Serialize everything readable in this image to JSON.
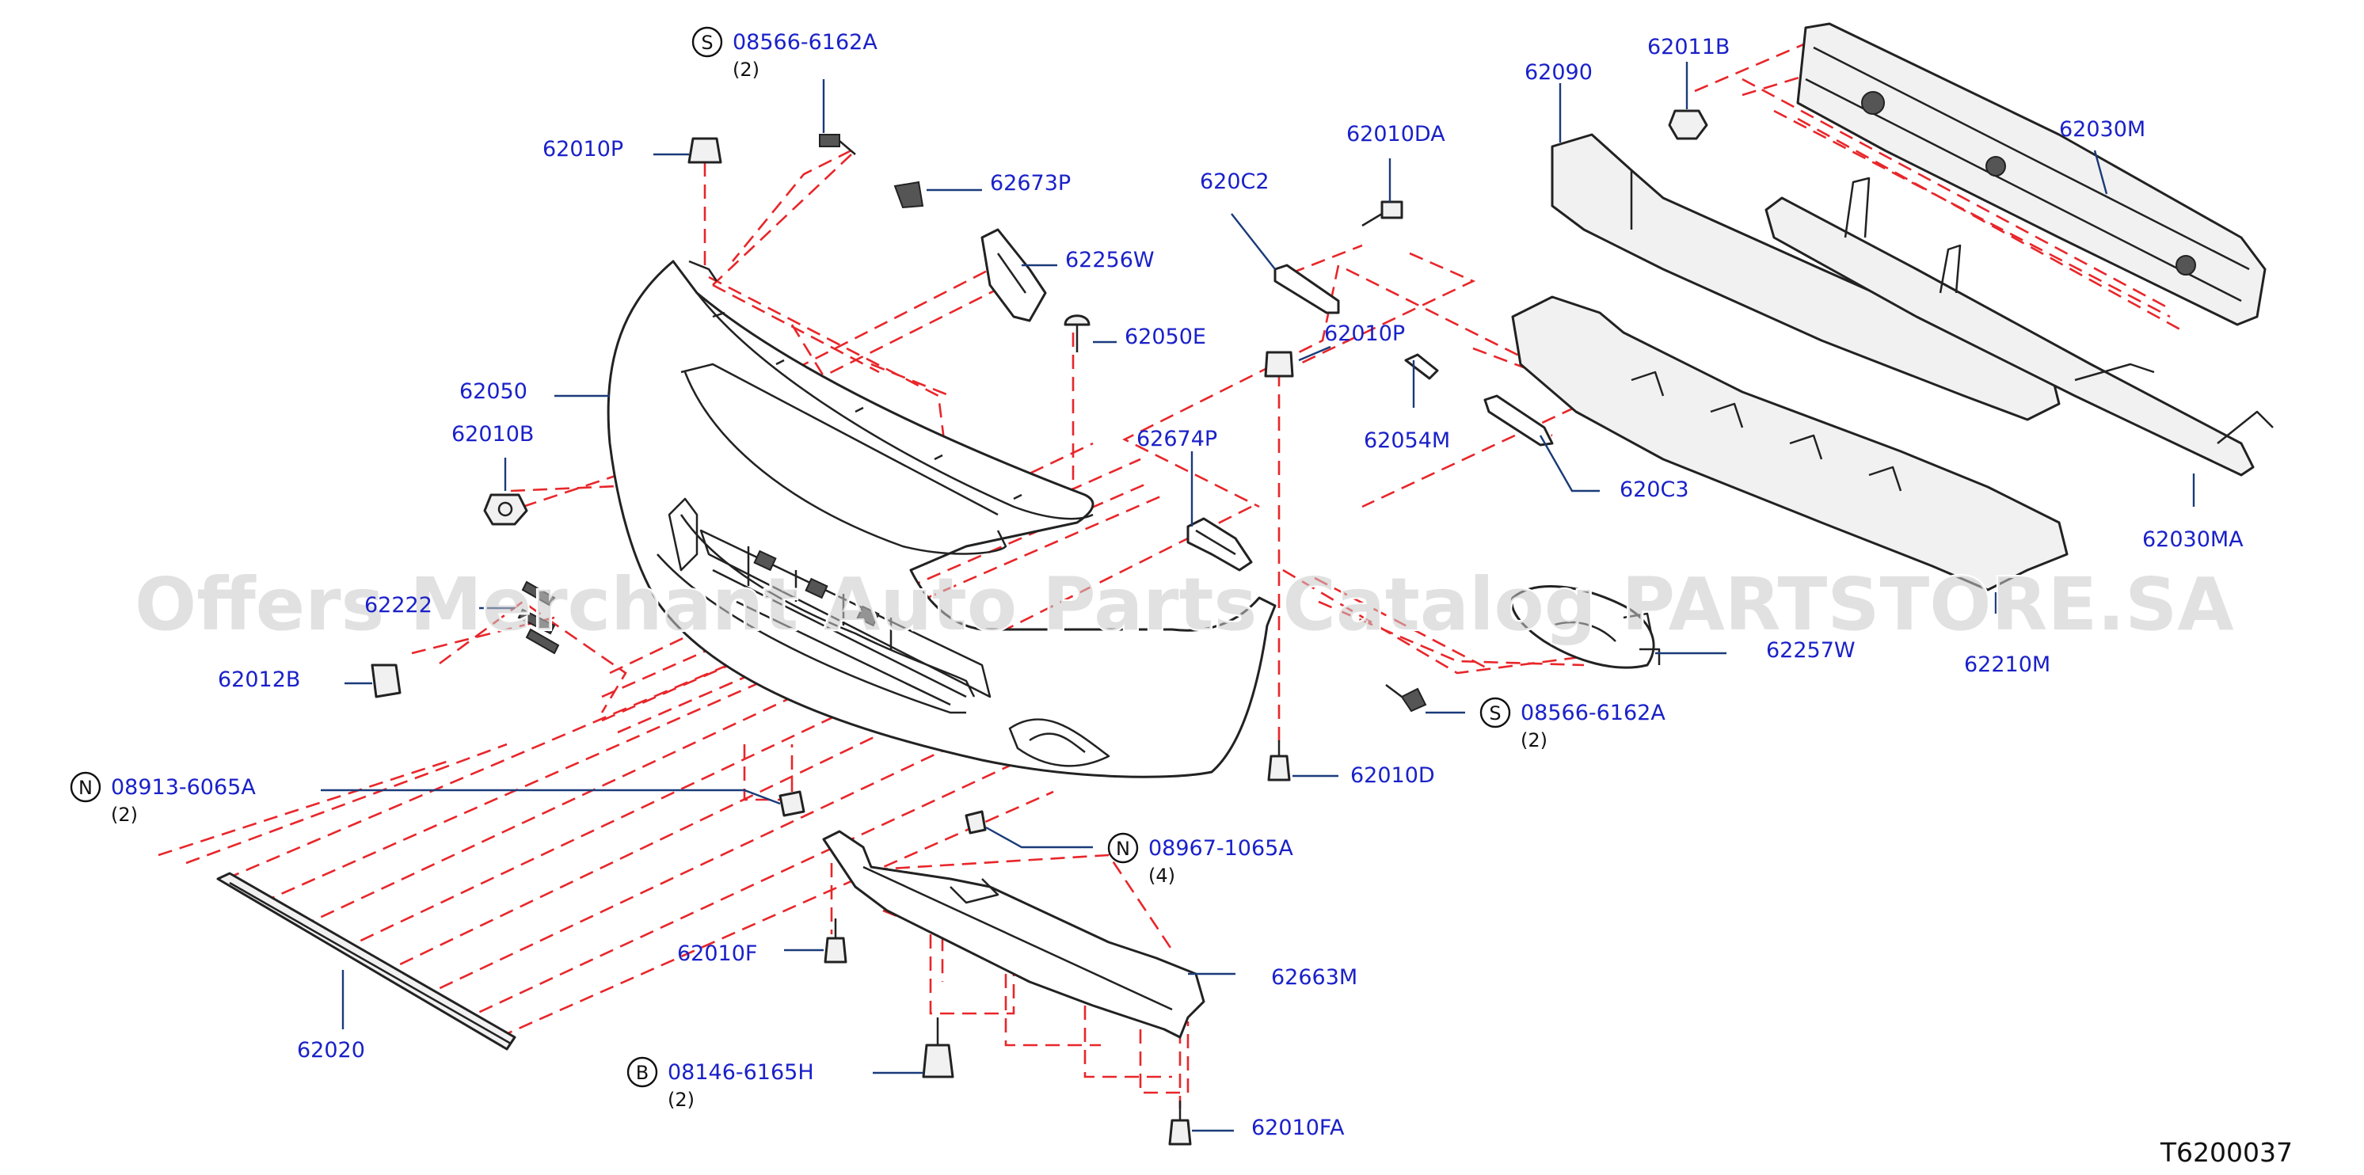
{
  "diagram": {
    "reference_code": "T6200037",
    "watermark": "Offers Merchant Auto Parts Catalog PARTSTORE.SA",
    "colors": {
      "label": "#1a21c8",
      "leader": "#1a3b7a",
      "projection": "#e8262a",
      "outline": "#222222"
    },
    "callouts": [
      {
        "part_number": "08566-6162A",
        "prefix": "S",
        "qty": "(2)"
      },
      {
        "part_number": "62010P"
      },
      {
        "part_number": "62673P"
      },
      {
        "part_number": "62256W"
      },
      {
        "part_number": "62050E"
      },
      {
        "part_number": "62050"
      },
      {
        "part_number": "62010B"
      },
      {
        "part_number": "62222"
      },
      {
        "part_number": "62012B"
      },
      {
        "part_number": "08913-6065A",
        "prefix": "N",
        "qty": "(2)"
      },
      {
        "part_number": "62020"
      },
      {
        "part_number": "62010F"
      },
      {
        "part_number": "08146-6165H",
        "prefix": "B",
        "qty": "(2)"
      },
      {
        "part_number": "62010FA"
      },
      {
        "part_number": "62663M"
      },
      {
        "part_number": "08967-1065A",
        "prefix": "N",
        "qty": "(4)"
      },
      {
        "part_number": "62010D"
      },
      {
        "part_number": "08566-6162A",
        "prefix": "S",
        "qty": "(2)"
      },
      {
        "part_number": "62257W"
      },
      {
        "part_number": "62210M"
      },
      {
        "part_number": "620C3"
      },
      {
        "part_number": "62054M"
      },
      {
        "part_number": "62674P"
      },
      {
        "part_number": "62010P"
      },
      {
        "part_number": "620C2"
      },
      {
        "part_number": "62010DA"
      },
      {
        "part_number": "62090"
      },
      {
        "part_number": "62011B"
      },
      {
        "part_number": "62030M"
      },
      {
        "part_number": "62030MA"
      }
    ]
  }
}
